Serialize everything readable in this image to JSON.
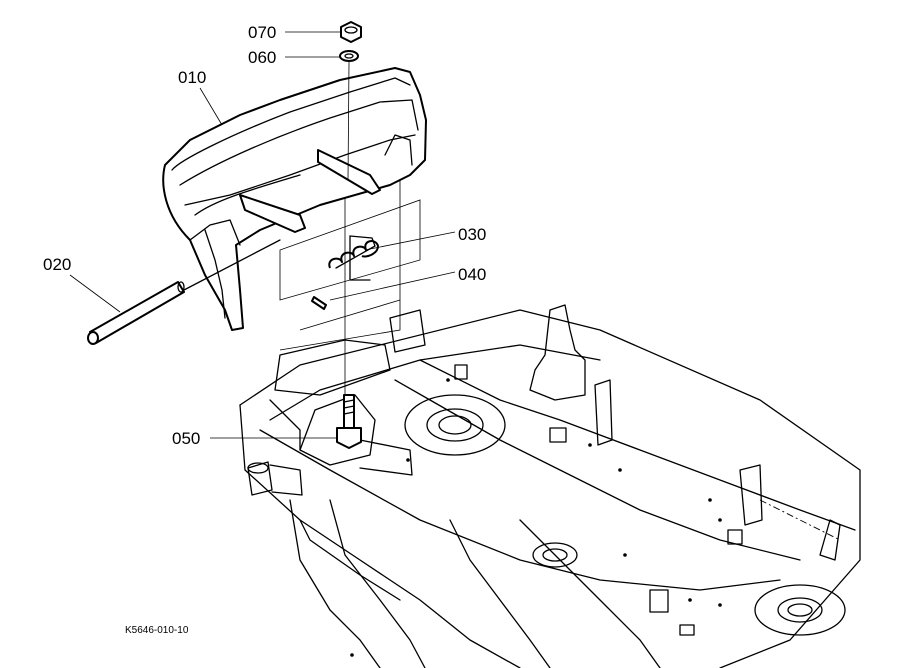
{
  "figure_code": "K5646-010-10",
  "callouts": [
    {
      "id": "070",
      "label": "070",
      "part": "nut"
    },
    {
      "id": "060",
      "label": "060",
      "part": "washer"
    },
    {
      "id": "010",
      "label": "010",
      "part": "seat"
    },
    {
      "id": "030",
      "label": "030",
      "part": "spring"
    },
    {
      "id": "040",
      "label": "040",
      "part": "pin"
    },
    {
      "id": "020",
      "label": "020",
      "part": "hinge-rod"
    },
    {
      "id": "050",
      "label": "050",
      "part": "bolt"
    }
  ]
}
